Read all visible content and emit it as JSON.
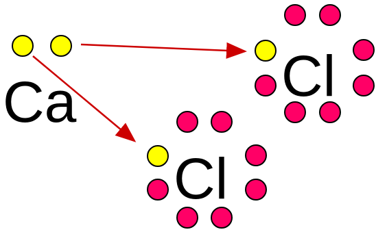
{
  "atoms": [
    {
      "id": "ca",
      "symbol": "Ca"
    },
    {
      "id": "cl-top",
      "symbol": "Cl"
    },
    {
      "id": "cl-bottom",
      "symbol": "Cl"
    }
  ],
  "colors": {
    "donated_electron": "#ffff00",
    "chlorine_electron": "#ff0066",
    "electron_outline": "#000000",
    "transfer_arrow": "#cc0000",
    "text": "#000000"
  }
}
